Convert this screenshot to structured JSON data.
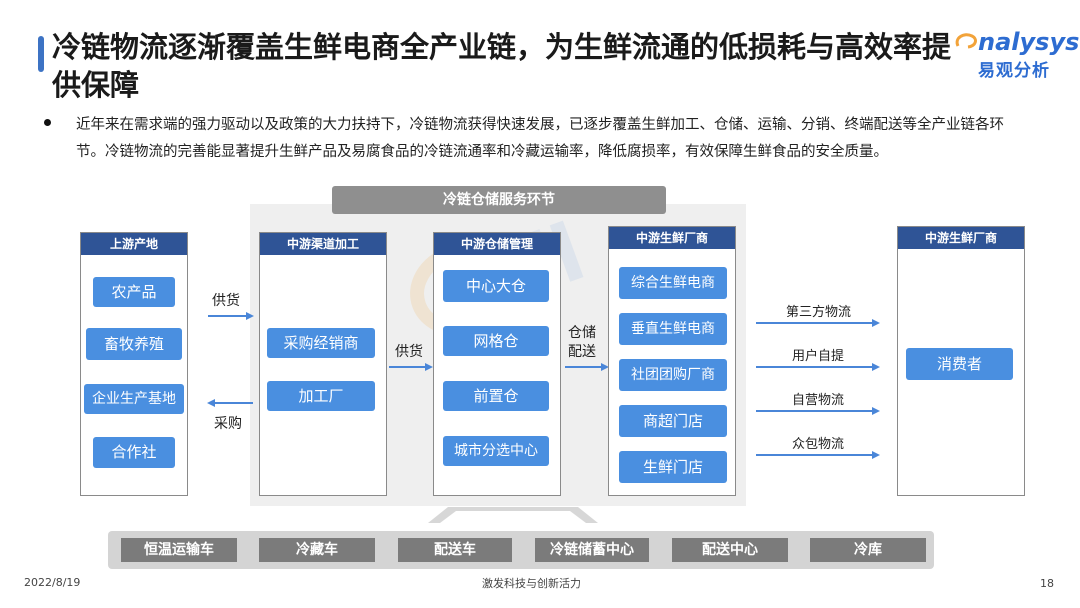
{
  "title": "冷链物流逐渐覆盖生鲜电商全产业链，为生鲜流通的低损耗与高效率提供保障",
  "logo": {
    "brand": "nalysys",
    "brand_cn": "易观分析"
  },
  "bullet": "近年来在需求端的强力驱动以及政策的大力扶持下，冷链物流获得快速发展，已逐步覆盖生鲜加工、仓储、运输、分销、终端配送等全产业链各环节。冷链物流的完善能显著提升生鲜产品及易腐食品的冷链流通率和冷藏运输率，降低腐损率，有效保障生鲜食品的安全质量。",
  "storage_header": "冷链仓储服务环节",
  "columns": {
    "upstream": {
      "header": "上游产地",
      "items": [
        "农产品",
        "畜牧养殖",
        "企业生产基地",
        "合作社"
      ]
    },
    "processing": {
      "header": "中游渠道加工",
      "items": [
        "采购经销商",
        "加工厂"
      ]
    },
    "warehouse": {
      "header": "中游仓储管理",
      "items": [
        "中心大仓",
        "网格仓",
        "前置仓",
        "城市分选中心"
      ]
    },
    "retailer": {
      "header": "中游生鲜厂商",
      "items": [
        "综合生鲜电商",
        "垂直生鲜电商",
        "社团团购厂商",
        "商超门店",
        "生鲜门店"
      ]
    },
    "consumer": {
      "header": "中游生鲜厂商",
      "items": [
        "消费者"
      ]
    }
  },
  "arrow_labels": {
    "supply1": "供货",
    "purchase": "采购",
    "supply2": "供货",
    "storage_line1": "仓储",
    "storage_line2": "配送",
    "delivery": [
      "第三方物流",
      "用户自提",
      "自营物流",
      "众包物流"
    ]
  },
  "bottom_items": [
    "恒温运输车",
    "冷藏车",
    "配送车",
    "冷链储蓄中心",
    "配送中心",
    "冷库"
  ],
  "footer": {
    "date": "2022/8/19",
    "slogan": "激发科技与创新活力",
    "page": "18"
  },
  "colors": {
    "accent": "#3d73c4",
    "node": "#4a8fe0",
    "header": "#2f5496",
    "grey": "#7b7b7b"
  }
}
